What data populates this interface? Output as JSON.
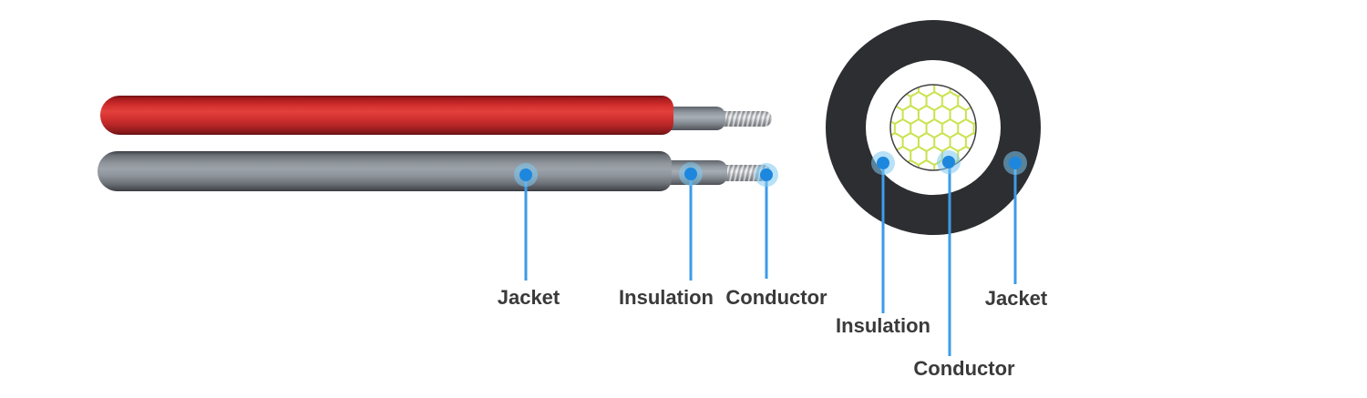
{
  "diagram_title": "solar-cable-construction",
  "colors": {
    "bg": "#ffffff",
    "accent_blue": "#1d87de",
    "halo_blue": "rgba(125,200,242,0.55)",
    "leader_line": "#3d9be9",
    "label_text": "#3a3a3a",
    "red_jacket": "#d32f2e",
    "gray_jacket": "#8f959c",
    "insulation_gray": "#9aa0a8",
    "conductor_silver": "#d9dcdf",
    "cross_jacket_black": "#2d2e31",
    "cross_insulation_white": "#ffffff",
    "hex_line_green": "#c9e24c"
  },
  "side_view": {
    "labels": {
      "jacket": "Jacket",
      "insulation": "Insulation",
      "conductor": "Conductor"
    }
  },
  "cross_section": {
    "labels": {
      "insulation": "Insulation",
      "conductor": "Conductor",
      "jacket": "Jacket"
    }
  }
}
